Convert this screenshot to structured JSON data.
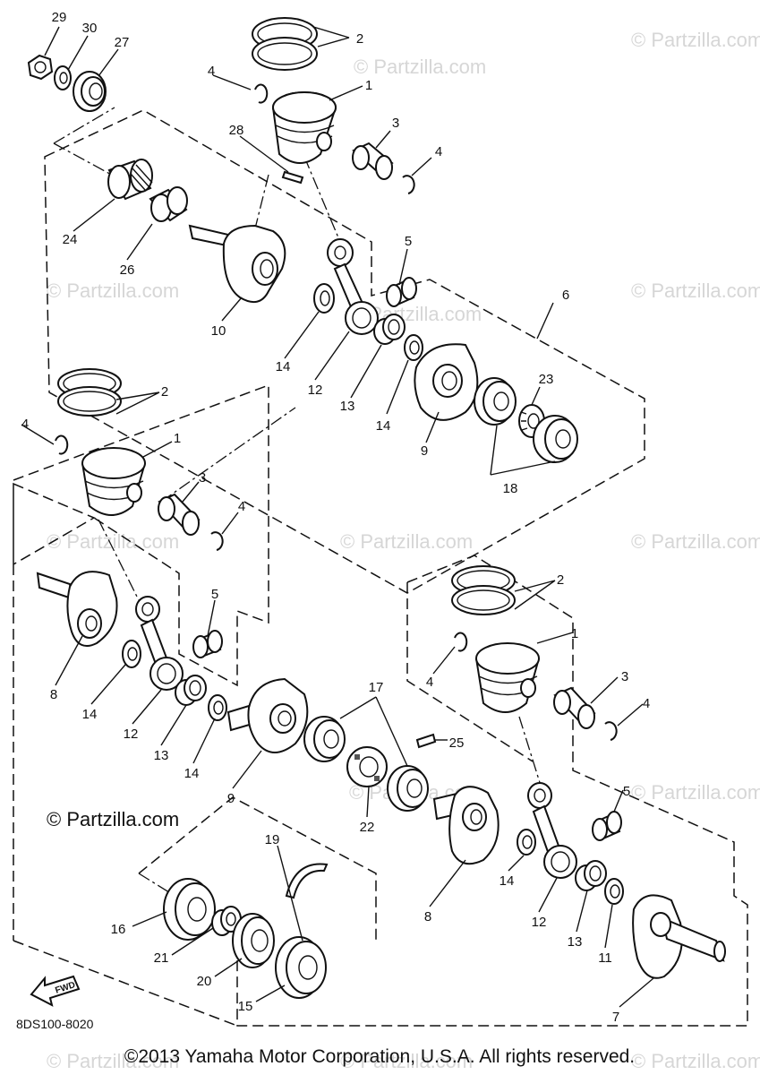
{
  "diagram": {
    "watermark": "© Partzilla.com",
    "drawing_code": "8DS100-8020",
    "direction_label": "FWD",
    "copyright": "©2013 Yamaha Motor Corporation, U.S.A. All rights reserved.",
    "callouts": {
      "n1": "1",
      "n2": "2",
      "n3": "3",
      "n4": "4",
      "n5": "5",
      "n6": "6",
      "n7": "7",
      "n8": "8",
      "n9": "9",
      "n10": "10",
      "n11": "11",
      "n12": "12",
      "n13": "13",
      "n14": "14",
      "n15": "15",
      "n16": "16",
      "n17": "17",
      "n18": "18",
      "n19": "19",
      "n20": "20",
      "n21": "21",
      "n22": "22",
      "n23": "23",
      "n24": "24",
      "n25": "25",
      "n26": "26",
      "n27": "27",
      "n28": "28",
      "n29": "29",
      "n30": "30"
    }
  }
}
